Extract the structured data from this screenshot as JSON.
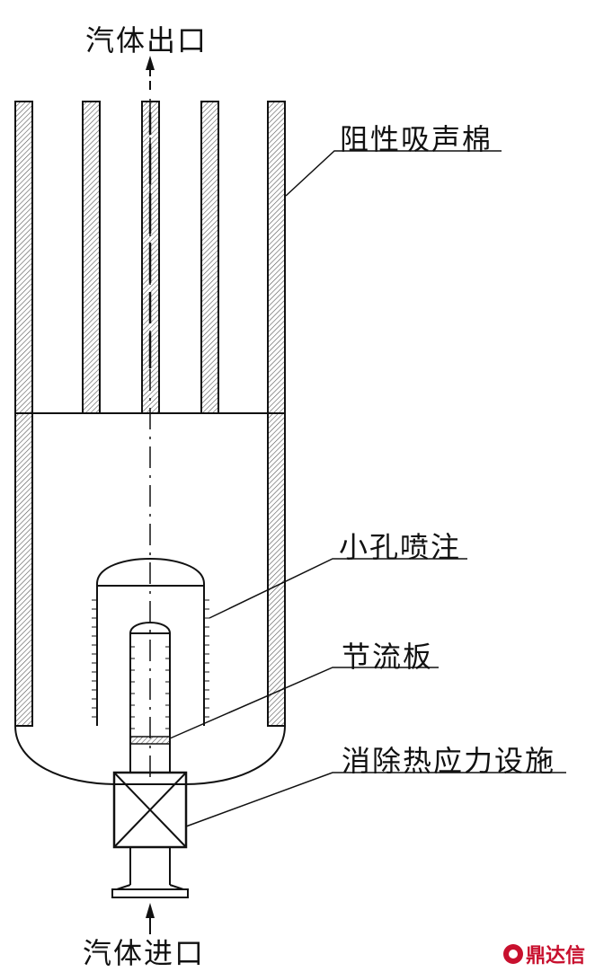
{
  "labels": {
    "outlet": "汽体出口",
    "inlet": "汽体进口",
    "absorber": "阻性吸声棉",
    "orifice": "小孔喷注",
    "throttle": "节流板",
    "thermal": "消除热应力设施"
  },
  "brand": "鼎达信",
  "colors": {
    "line": "#111111",
    "hatch": "#555555",
    "brand": "#c8102e"
  }
}
